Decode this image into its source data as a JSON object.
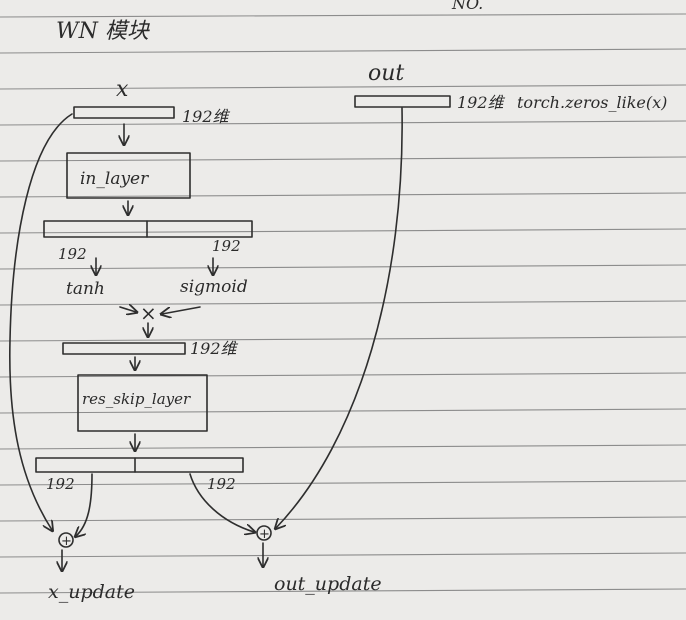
{
  "page": {
    "header_no": "NO.",
    "title": "WN 模块"
  },
  "diagram": {
    "input_x": "x",
    "input_x_dim": "192维",
    "input_out": "out",
    "input_out_dim": "192维",
    "input_out_note": "torch.zeros_like(x)",
    "in_layer": "in_layer",
    "split_left_dim": "192",
    "split_right_dim": "192",
    "tanh": "tanh",
    "sigmoid": "sigmoid",
    "multiply": "×",
    "product_dim": "192维",
    "res_skip_layer": "res_skip_layer",
    "res_left_dim": "192",
    "res_right_dim": "192",
    "plus_left": "+",
    "plus_right": "+",
    "x_update": "x_update",
    "out_update": "out_update"
  }
}
